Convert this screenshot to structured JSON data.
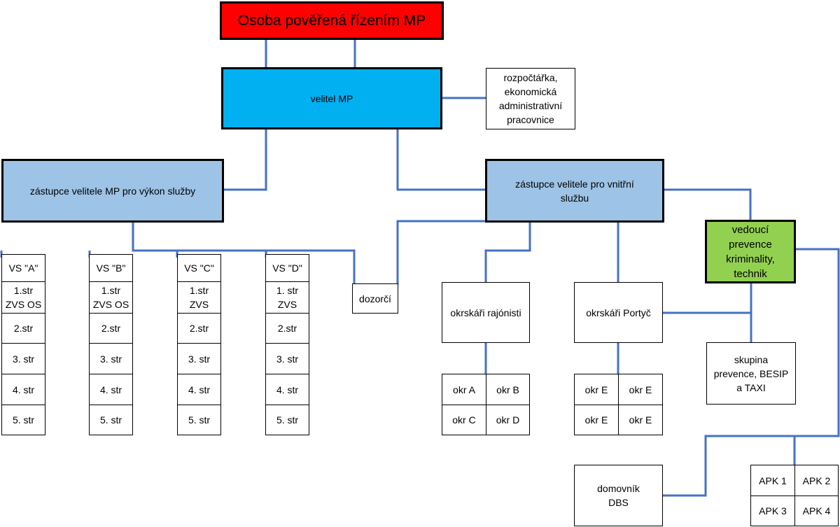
{
  "colors": {
    "top": "#ff0000",
    "commander": "#00b0f0",
    "deputy": "#9dc3e6",
    "prevention": "#92d050",
    "connector": "#4472c4"
  },
  "top": "Osoba pověřená řízením MP",
  "commander": "velitel MP",
  "admin": "rozpočtářka,\nekonomická\nadministrativní\npracovnice",
  "deputy_service": "zástupce velitele MP pro výkon služby",
  "deputy_internal": "zástupce velitele pro vnitřní\nslužbu",
  "prevention_head": "vedoucí\nprevence\nkriminality,\ntechnik",
  "shifts": [
    {
      "name": "VS \"A\"",
      "rows": [
        "1.str\nZVS OS",
        "2.str",
        "3. str",
        "4. str",
        "5. str"
      ]
    },
    {
      "name": "VS \"B\"",
      "rows": [
        "1.str\nZVS OS",
        "2.str",
        "3. str",
        "4. str",
        "5. str"
      ]
    },
    {
      "name": "VS \"C\"",
      "rows": [
        "1.str\nZVS",
        "2.str",
        "3. str",
        "4. str",
        "5. str"
      ]
    },
    {
      "name": "VS \"D\"",
      "rows": [
        "1. str\nZVS",
        "2.str",
        "3. str",
        "4. str",
        "5. str"
      ]
    }
  ],
  "supervisor": "dozorčí",
  "district_officers": "okrskáři rajónisti",
  "district_cells": [
    "okr A",
    "okr B",
    "okr C",
    "okr D"
  ],
  "portyc": "okrskáři Portyč",
  "portyc_cells": [
    "okr E",
    "okr E",
    "okr E",
    "okr E"
  ],
  "prevention_group": "skupina\nprevence, BESIP\na TAXI",
  "caretaker": "domovník\nDBS",
  "apk_cells": [
    "APK 1",
    "APK 2",
    "APK 3",
    "APK 4"
  ]
}
